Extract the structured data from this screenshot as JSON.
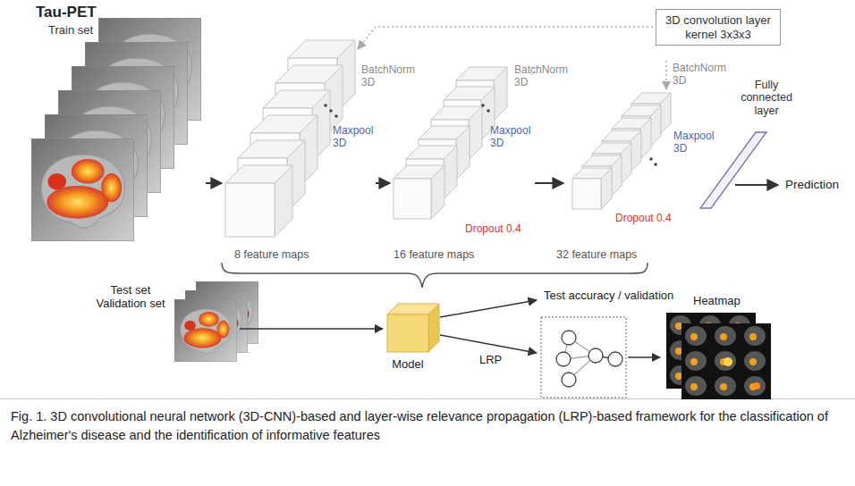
{
  "diagram": {
    "caption": "Fig. 1. 3D convolutional neural network (3D-CNN)-based and layer-wise relevance propagation (LRP)-based framework for the classification of Alzheimer's disease and the identification of informative features",
    "nodes": [
      {
        "text": [
          "3D convolution layer kernel 3x3x3"
        ]
      },
      {
        "text": [
          "Fully connected layer"
        ]
      },
      {
        "text": [
          "Model"
        ]
      }
    ],
    "labels": [
      "Tau-PET",
      "Train set",
      "BatchNorm 3D",
      "Maxpool 3D",
      "BatchNorm 3D",
      "Maxpool 3D",
      "Dropout 0.4",
      "BatchNorm 3D",
      "Maxpool 3D",
      "Dropout 0.4",
      "8 feature maps",
      "16 feature maps",
      "32 feature maps",
      "Prediction",
      "Test set Validation set",
      "Test accuracy / validation",
      "LRP",
      "Heatmap"
    ]
  }
}
